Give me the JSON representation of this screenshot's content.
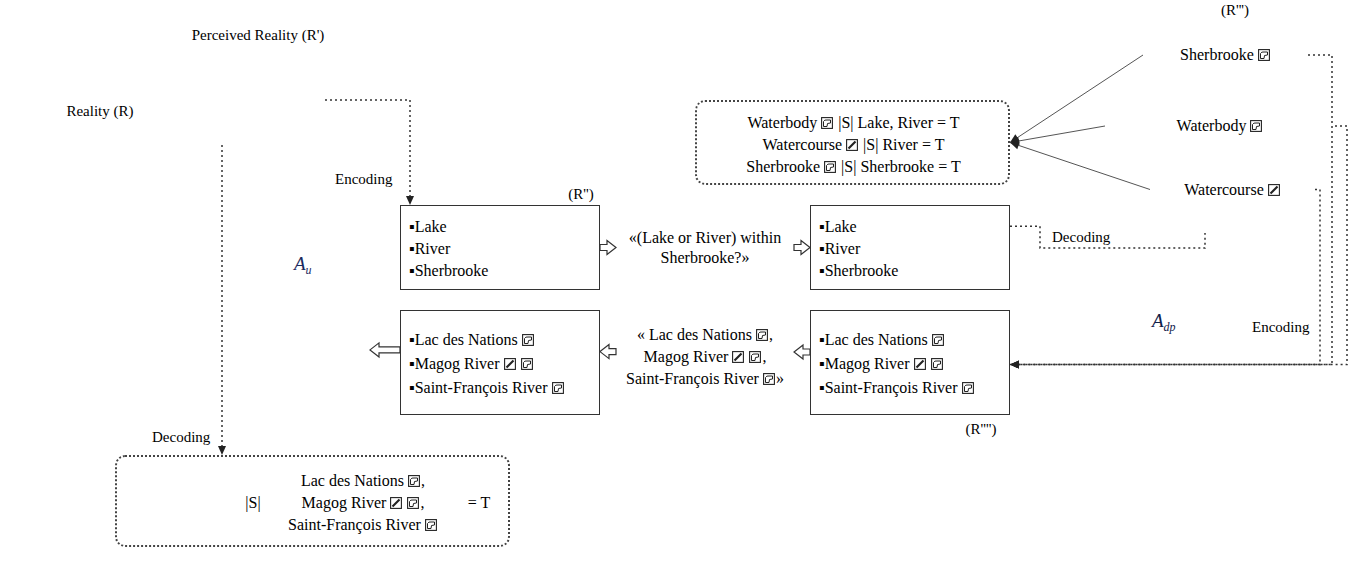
{
  "diagram": {
    "nodes": [
      {
        "text": [
          "Reality (R)"
        ]
      },
      {
        "text": [
          "Perceived Reality (R')"
        ]
      },
      {
        "text": [
          "A",
          "u"
        ]
      },
      {
        "text": [
          "(R'')",
          "▪Lake",
          "▪River",
          "▪Sherbrooke"
        ]
      },
      {
        "text": [
          "«(Lake or River) within Sherbrooke?»"
        ]
      },
      {
        "text": [
          "▪Lake",
          "▪River",
          "▪Sherbrooke"
        ]
      },
      {
        "text": [
          "Waterbody",
          "|S| Lake, River = T",
          "Watercourse",
          "|S| River = T",
          "Sherbrooke",
          "|S| Sherbrooke = T"
        ]
      },
      {
        "text": [
          "(R''')"
        ]
      },
      {
        "text": [
          "Sherbrooke"
        ],
        "in": 7
      },
      {
        "text": [
          "Waterbody"
        ],
        "in": 7
      },
      {
        "text": [
          "Watercourse"
        ],
        "in": 7
      },
      {
        "text": [
          "A",
          "dp"
        ]
      },
      {
        "text": [
          "▪Lac des Nations",
          "▪Magog River",
          "▪Saint-François River"
        ]
      },
      {
        "text": [
          "« Lac des Nations",
          ",",
          "Magog River",
          ",",
          "Saint-François River",
          "»"
        ]
      },
      {
        "text": [
          "▪Lac des Nations",
          "▪Magog River",
          "▪Saint-François River",
          "(R'''')"
        ]
      },
      {
        "text": [
          "|S|",
          "Lac des Nations",
          ",",
          "Magog River",
          ",",
          "Saint-François River",
          "= T"
        ]
      }
    ],
    "edges": [
      {
        "from": 1,
        "to": 3,
        "arrow": "to",
        "label": "Encoding"
      },
      {
        "from": 3,
        "to": 4,
        "arrow": "to"
      },
      {
        "from": 4,
        "to": 5,
        "arrow": "to"
      },
      {
        "from": 5,
        "to": 7,
        "arrow": "none",
        "label": "Decoding"
      },
      {
        "from": 8,
        "to": 6,
        "arrow": "to"
      },
      {
        "from": 9,
        "to": 6,
        "arrow": "to"
      },
      {
        "from": 10,
        "to": 6,
        "arrow": "to"
      },
      {
        "from": 8,
        "to": 14,
        "arrow": "to"
      },
      {
        "from": 9,
        "to": 14,
        "arrow": "to",
        "label": "Encoding"
      },
      {
        "from": 10,
        "to": 14,
        "arrow": "to"
      },
      {
        "from": 14,
        "to": 13,
        "arrow": "to"
      },
      {
        "from": 13,
        "to": 12,
        "arrow": "to"
      },
      {
        "from": 12,
        "to": 2,
        "arrow": "to"
      },
      {
        "from": 1,
        "to": 15,
        "arrow": "to",
        "label": "Decoding"
      }
    ]
  }
}
